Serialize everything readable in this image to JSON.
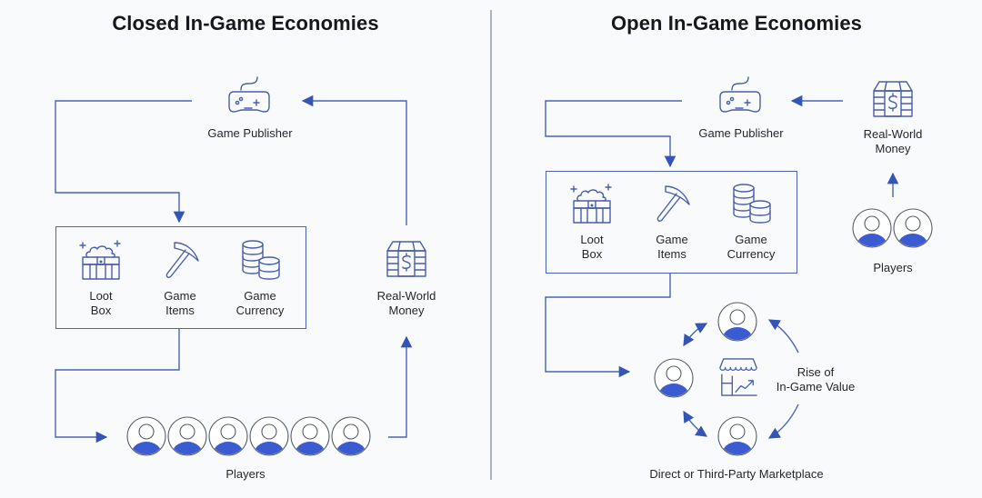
{
  "colors": {
    "line": "#4a63b8",
    "arrow": "#3555b5",
    "icon_stroke": "#4a5ea8",
    "player_fill": "#3b5bd1",
    "divider": "#a9b4c0",
    "background": "#f8fafc"
  },
  "closed": {
    "title": "Closed In-Game Economies",
    "publisher": {
      "label": "Game Publisher",
      "icon": "game-controller-icon"
    },
    "assets": [
      {
        "label_1": "Loot",
        "label_2": "Box",
        "icon": "treasure-chest-icon"
      },
      {
        "label_1": "Game",
        "label_2": "Items",
        "icon": "pickaxe-icon"
      },
      {
        "label_1": "Game",
        "label_2": "Currency",
        "icon": "coins-stack-icon"
      }
    ],
    "money": {
      "label_1": "Real-World",
      "label_2": "Money",
      "icon": "cash-stack-icon"
    },
    "players": {
      "label": "Players",
      "count": 6,
      "icon": "user-avatar-icon"
    }
  },
  "open": {
    "title": "Open In-Game Economies",
    "publisher": {
      "label": "Game Publisher",
      "icon": "game-controller-icon"
    },
    "assets": [
      {
        "label_1": "Loot",
        "label_2": "Box",
        "icon": "treasure-chest-icon"
      },
      {
        "label_1": "Game",
        "label_2": "Items",
        "icon": "pickaxe-icon"
      },
      {
        "label_1": "Game",
        "label_2": "Currency",
        "icon": "coins-stack-icon"
      }
    ],
    "money": {
      "label_1": "Real-World",
      "label_2": "Money",
      "icon": "cash-stack-icon"
    },
    "players": {
      "label": "Players",
      "count": 2,
      "icon": "user-avatar-icon"
    },
    "marketplace": {
      "label": "Direct or Third-Party Marketplace",
      "icon": "storefront-growth-icon",
      "rise_label_1": "Rise of",
      "rise_label_2": "In-Game Value",
      "participants": 3
    }
  }
}
